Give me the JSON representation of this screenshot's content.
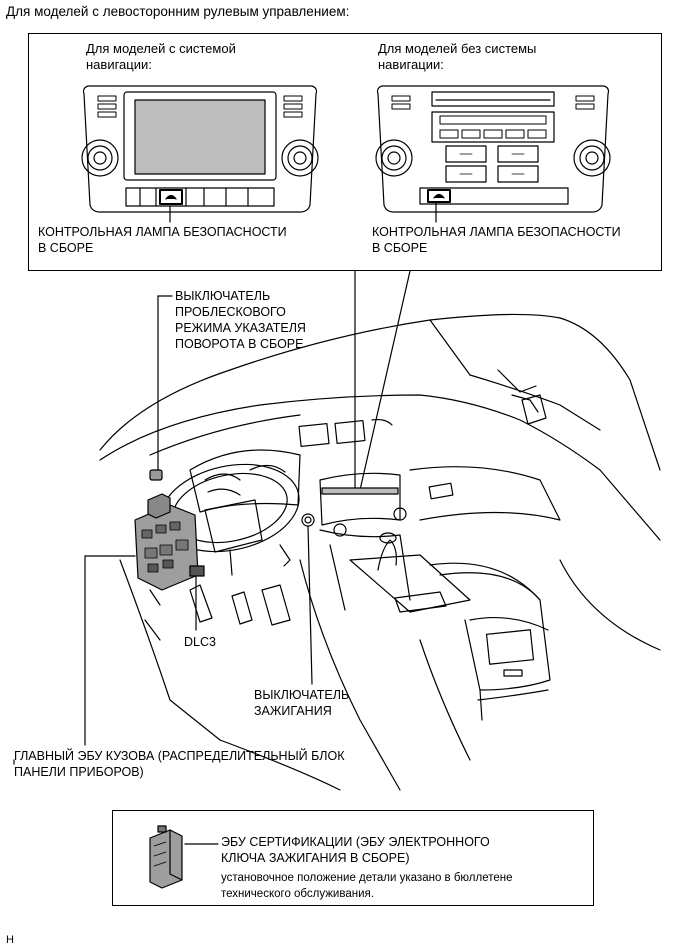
{
  "header": {
    "title": "Для моделей с левосторонним рулевым управлением:"
  },
  "top_panel": {
    "left": {
      "heading": "Для моделей с системой\nнавигации:",
      "label": "КОНТРОЛЬНАЯ ЛАМПА БЕЗОПАСНОСТИ\nВ СБОРЕ"
    },
    "right": {
      "heading": "Для моделей без системы\nнавигации:",
      "label": "КОНТРОЛЬНАЯ ЛАМПА БЕЗОПАСНОСТИ\nВ СБОРЕ"
    }
  },
  "callouts": {
    "hazard_switch": "ВЫКЛЮЧАТЕЛЬ\nПРОБЛЕСКОВОГО\nРЕЖИМА УКАЗАТЕЛЯ\nПОВОРОТА В СБОРЕ",
    "dlc3": "DLC3",
    "ignition_switch": "ВЫКЛЮЧАТЕЛЬ\nЗАЖИГАНИЯ",
    "main_body_ecu": "ГЛАВНЫЙ ЭБУ КУЗОВА (РАСПРЕДЕЛИТЕЛЬНЫЙ БЛОК\nПАНЕЛИ ПРИБОРОВ)"
  },
  "bottom_box": {
    "title": "ЭБУ СЕРТИФИКАЦИИ (ЭБУ ЭЛЕКТРОННОГО\nКЛЮЧА ЗАЖИГАНИЯ В СБОРЕ)",
    "note": "установочное положение детали указано в бюллетене\nтехнического обслуживания."
  },
  "footer": {
    "code": "H"
  }
}
